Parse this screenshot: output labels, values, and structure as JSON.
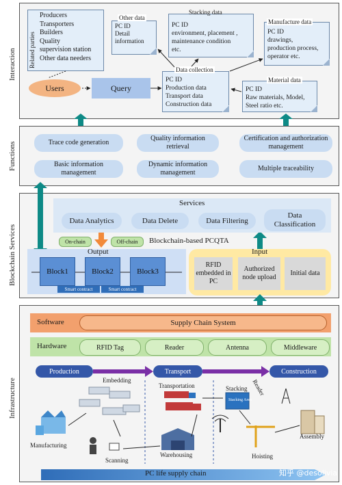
{
  "layers": {
    "interaction": "Interaction",
    "functions": "Functions",
    "blockchain": "Blockchain Services",
    "infrastructure": "Infrastructure"
  },
  "interaction": {
    "related_parties_label": "Related parties",
    "related_parties": [
      "Producers",
      "Transporters",
      "Builders",
      "Quality",
      "supervision station",
      "Other data needers"
    ],
    "users": "Users",
    "query": "Query",
    "other_data": {
      "title": "Other data",
      "lines": [
        "PC ID",
        "Detail",
        "information"
      ]
    },
    "stacking_data": {
      "title": "Stacking data",
      "lines": [
        "PC ID",
        "environment, placement ,",
        "maintenance condition",
        "etc."
      ]
    },
    "manufacture_data": {
      "title": "Manufacture data",
      "lines": [
        "PC ID",
        "drawings,",
        "production process,",
        "operator etc."
      ]
    },
    "data_collection": {
      "title": "Data collection",
      "lines": [
        "PC ID",
        "Production data",
        "Transport data",
        "Construction data"
      ]
    },
    "material_data": {
      "title": "Material data",
      "lines": [
        "PC ID",
        "Raw materials, Model,",
        "Steel ratio etc."
      ]
    }
  },
  "functions": {
    "items": [
      "Trace code generation",
      "Quality information retrieval",
      "Certification and authorization management",
      "Basic information management",
      "Dynamic information management",
      "Multiple traceability"
    ]
  },
  "blockchain": {
    "services_title": "Services",
    "services": [
      "Data Analytics",
      "Data Delete",
      "Data Filtering",
      "Data Classification"
    ],
    "on_chain": "On-chain",
    "off_chain": "Off-chain",
    "pcqta": "Blockchain-based PCQTA",
    "output": "Output",
    "blocks": [
      "Block1",
      "Block2",
      "Block3"
    ],
    "smart_contract": "Smart contract",
    "input": "Input",
    "inputs": [
      "RFID embedded in PC",
      "Authorized node upload",
      "Initial data"
    ]
  },
  "infrastructure": {
    "software_label": "Software",
    "software_system": "Supply Chain System",
    "hardware_label": "Hardware",
    "hardware": [
      "RFID Tag",
      "Reader",
      "Antenna",
      "Middleware"
    ],
    "stages": [
      "Production",
      "Transport",
      "Construction"
    ],
    "steps": [
      "Embedding",
      "Manufacturing",
      "Scanning",
      "Warehousing",
      "Transportation",
      "Stacking",
      "Reader",
      "Hoisting",
      "Assembly"
    ],
    "stacking_area": "Stacking Area",
    "bottom_bar": "PC life supply chain",
    "watermark": "知乎 @desolivia"
  },
  "colors": {
    "teal": "#0e8a86",
    "pill_blue": "#c9dcf2",
    "stage_blue": "#3457a8",
    "software_orange": "#f2a06d",
    "hardware_green": "#bfe3a8",
    "input_yellow": "#ffe9a3",
    "purple_arrow": "#7a2fa6"
  }
}
